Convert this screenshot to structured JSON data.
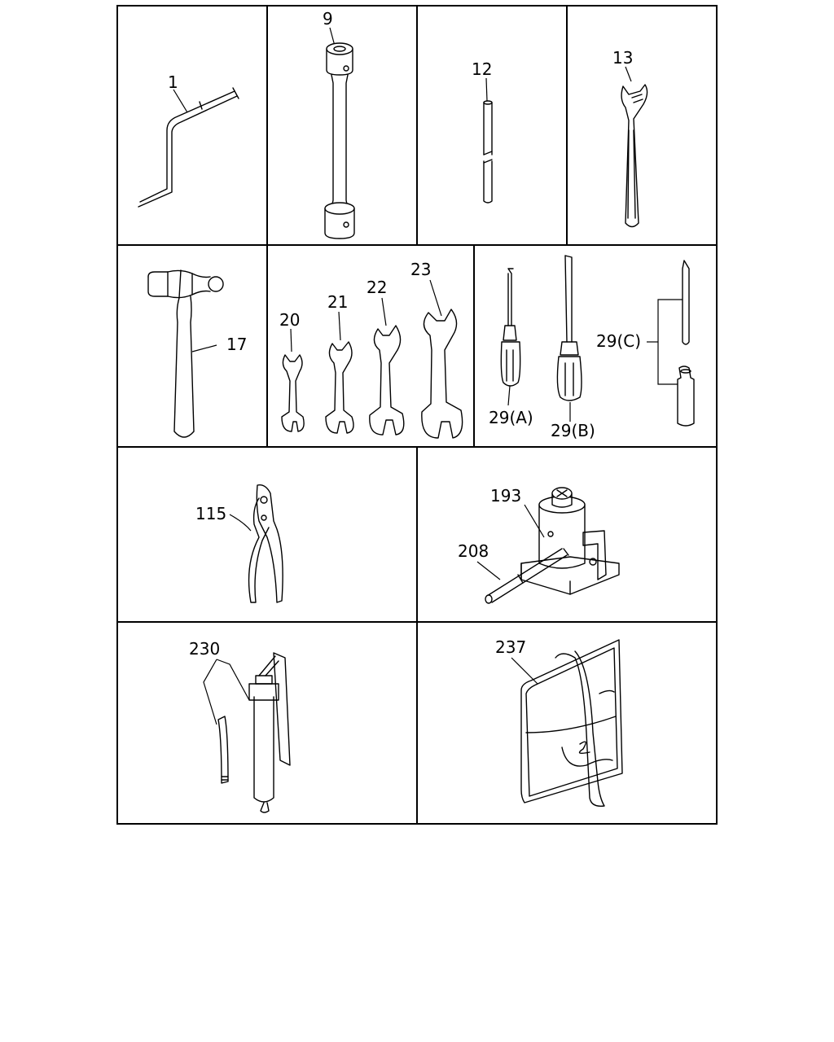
{
  "parts": [
    {
      "id": "p1",
      "label": "1"
    },
    {
      "id": "p9",
      "label": "9"
    },
    {
      "id": "p12",
      "label": "12"
    },
    {
      "id": "p13",
      "label": "13"
    },
    {
      "id": "p17",
      "label": "17"
    },
    {
      "id": "p20",
      "label": "20"
    },
    {
      "id": "p21",
      "label": "21"
    },
    {
      "id": "p22",
      "label": "22"
    },
    {
      "id": "p23",
      "label": "23"
    },
    {
      "id": "p29a",
      "label": "29(A)"
    },
    {
      "id": "p29b",
      "label": "29(B)"
    },
    {
      "id": "p29c",
      "label": "29(C)"
    },
    {
      "id": "p115",
      "label": "115"
    },
    {
      "id": "p193",
      "label": "193"
    },
    {
      "id": "p208",
      "label": "208"
    },
    {
      "id": "p230",
      "label": "230"
    },
    {
      "id": "p237",
      "label": "237"
    }
  ]
}
